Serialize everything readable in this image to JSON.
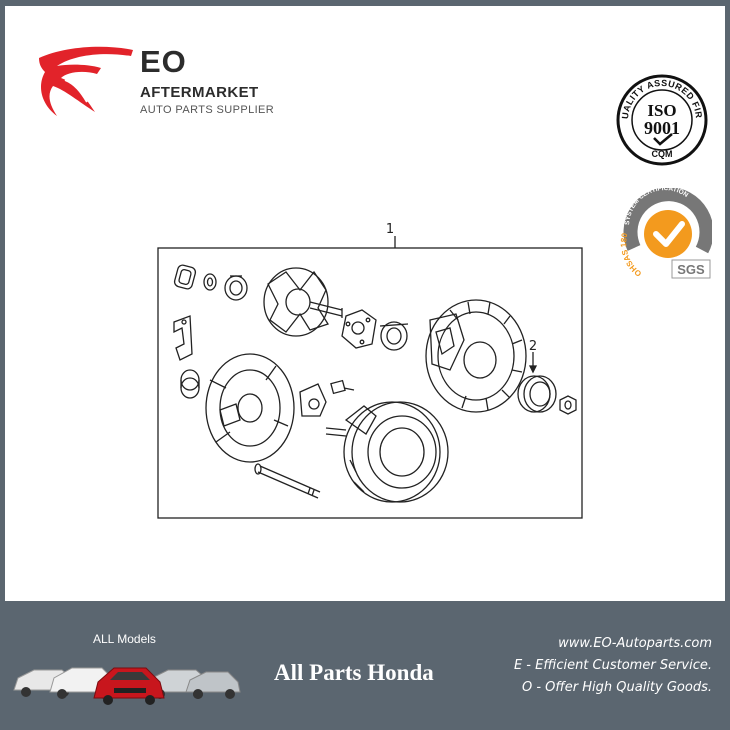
{
  "brand": {
    "name": "EO",
    "subtitle": "AFTERMARKET",
    "tagline": "AUTO PARTS SUPPLIER",
    "accent": "#e2232a"
  },
  "certifications": {
    "iso": {
      "ring_text": "QUALITY ASSURED FIRM",
      "line1": "ISO",
      "line2": "9001",
      "line3": "CQM"
    },
    "sgs": {
      "ring_text": "SYSTEM CERTIFICATION",
      "left_text": "OHSAS 18001",
      "brand": "SGS",
      "accent": "#f39a1e"
    }
  },
  "diagram": {
    "callouts": [
      "1",
      "2"
    ]
  },
  "footer": {
    "models_label": "ALL Models",
    "title": "All Parts Honda",
    "website": "www.EO-Autoparts.com",
    "line1": "E - Efficient Customer Service.",
    "line2": "O - Offer High Quality Goods."
  }
}
